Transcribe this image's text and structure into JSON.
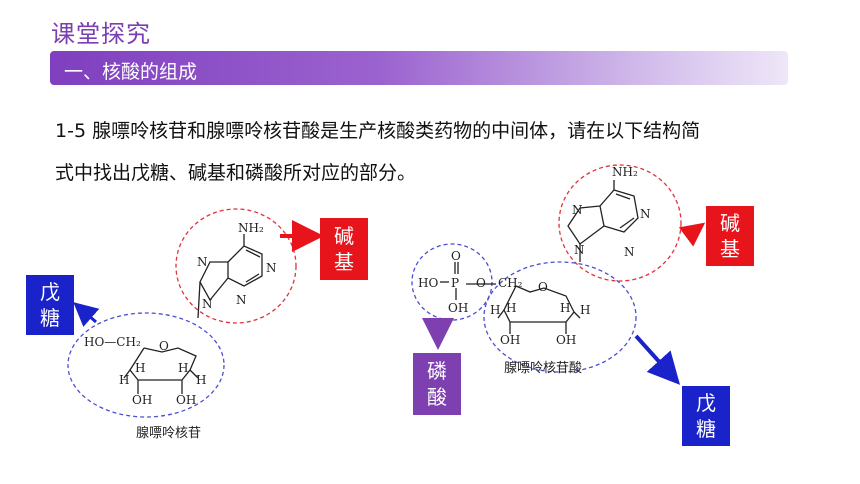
{
  "header": {
    "title": "课堂探究",
    "banner": "一、核酸的组成"
  },
  "question": {
    "line1": "1-5 腺嘌呤核苷和腺嘌呤核苷酸是生产核酸类药物的中间体，请在以下结构简",
    "line2": "式中找出戊糖、碱基和磷酸所对应的部分。"
  },
  "labels": {
    "left_base": [
      "碱",
      "基"
    ],
    "left_sugar": [
      "戊",
      "糖"
    ],
    "right_base": [
      "碱",
      "基"
    ],
    "right_phosphate": [
      "磷",
      "酸"
    ],
    "right_sugar": [
      "戊",
      "糖"
    ]
  },
  "molecules": {
    "left_caption": "腺嘌呤核苷",
    "right_caption": "腺嘌呤核苷酸",
    "nh2": "NH₂",
    "N": "N",
    "H": "H",
    "OH": "OH",
    "HO_CH2": "HO—CH₂",
    "O": "O",
    "P": "P",
    "HO": "HO",
    "CH2": "CH₂"
  },
  "colors": {
    "title": "#7a3fb2",
    "base_tag": "#e8141b",
    "sugar_tag": "#1a22c9",
    "phosphate_tag": "#7e3fb0",
    "circle_red": "#e0323a",
    "circle_blue": "#4a4fd0"
  }
}
